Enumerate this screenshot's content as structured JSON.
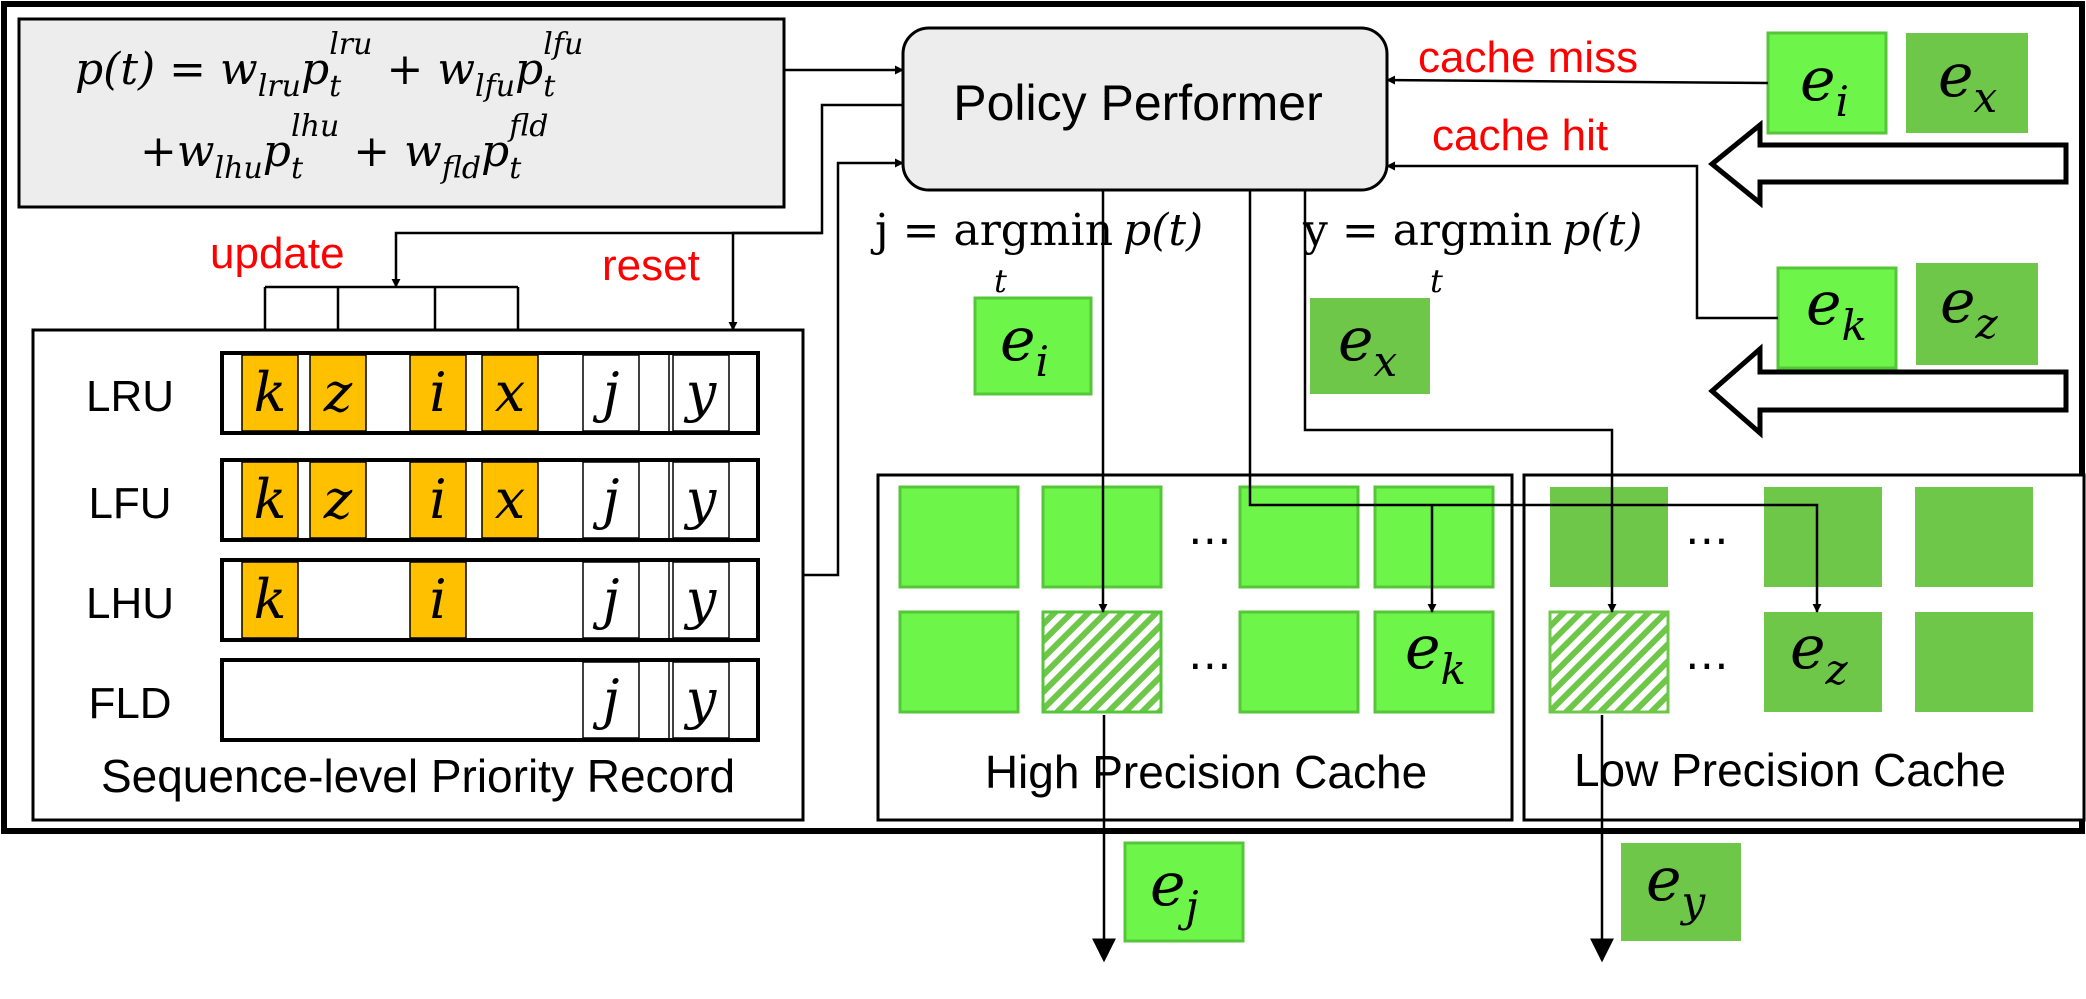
{
  "formula": {
    "line1_lhs": "p(t) = w",
    "lru_sub": "lru",
    "lru_p": "p",
    "t": "t",
    "lru_sup": "lru",
    "plus": "+",
    "lfu_w": "w",
    "lfu_sub": "lfu",
    "lfu_p": "p",
    "lfu_sup": "lfu",
    "lhu_sub": "lhu",
    "lhu_sup": "lhu",
    "fld_sub": "fld",
    "fld_sup": "fld"
  },
  "policy_performer": {
    "label": "Policy Performer"
  },
  "annotations": {
    "cache_miss": "cache miss",
    "cache_hit": "cache hit",
    "update": "update",
    "reset": "reset"
  },
  "argmin": {
    "j_expr": "j = argmin",
    "y_expr": "y = argmin",
    "p_of_t": "p(t)",
    "sub_t": "t"
  },
  "record": {
    "caption": "Sequence-level Priority Record",
    "rows": [
      {
        "label": "LRU",
        "cells": [
          "k",
          "z",
          "i",
          "x",
          "j",
          "y"
        ]
      },
      {
        "label": "LFU",
        "cells": [
          "k",
          "z",
          "i",
          "x",
          "j",
          "y"
        ]
      },
      {
        "label": "LHU",
        "cells": [
          "k",
          "i",
          "j",
          "y"
        ]
      },
      {
        "label": "FLD",
        "cells": [
          "j",
          "y"
        ]
      }
    ]
  },
  "embeddings": {
    "e": "e",
    "ei": "i",
    "ex": "x",
    "ek": "k",
    "ez": "z",
    "ej": "j",
    "ey": "y"
  },
  "caches": {
    "high": {
      "caption": "High Precision Cache",
      "ellipsis": "⋯"
    },
    "low": {
      "caption": "Low Precision Cache",
      "ellipsis": "⋯"
    }
  },
  "colors": {
    "bright_green": "#6ef54a",
    "dark_green": "#6fc74a",
    "orange": "#ffc000",
    "red": "#ff0000",
    "gray_box": "#ededed"
  }
}
